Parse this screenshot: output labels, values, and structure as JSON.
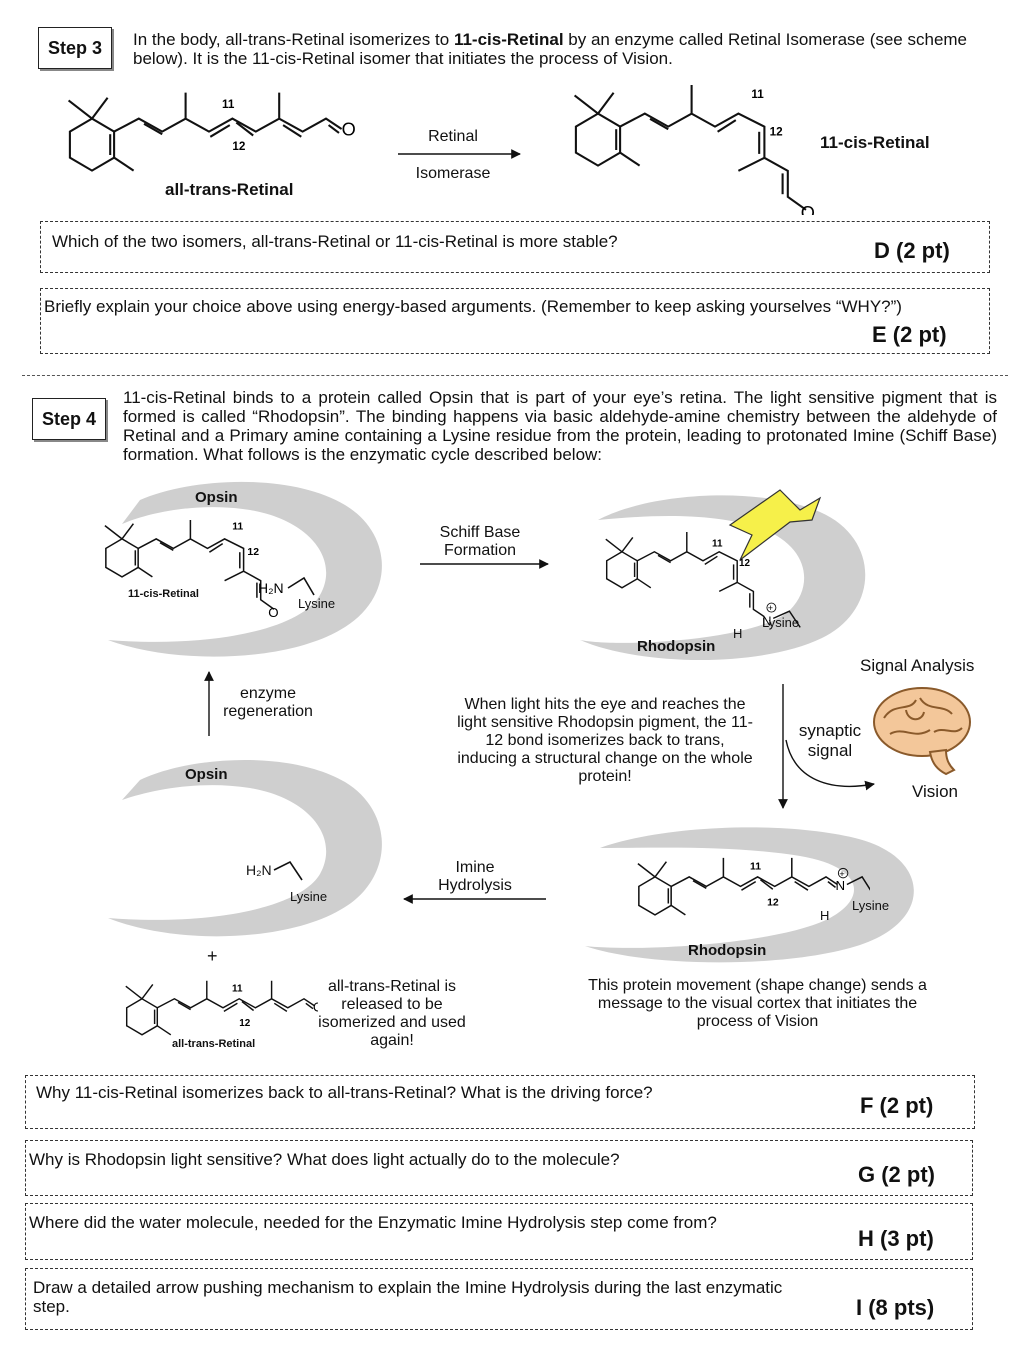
{
  "step3": {
    "label": "Step 3",
    "intro_a": "In the body, all-trans-Retinal isomerizes to ",
    "intro_bold": "11-cis-Retinal",
    "intro_b": " by an enzyme called Retinal Isomerase (see scheme below).  It is the 11-cis-Retinal isomer that initiates the process of Vision.",
    "left_name": "all-trans-Retinal",
    "right_name": "11-cis-Retinal",
    "arrow_top": "Retinal",
    "arrow_bottom": "Isomerase",
    "num_11": "11",
    "num_12": "12",
    "atom_O": "O"
  },
  "questions": {
    "d_text": "Which of the two isomers, all-trans-Retinal or 11-cis-Retinal is more stable?",
    "d_pts": "D (2 pt)",
    "e_text": "Briefly explain your choice above using energy-based arguments. (Remember to keep asking yourselves “WHY?”)",
    "e_pts": "E (2 pt)",
    "f_text": "Why 11-cis-Retinal isomerizes back to all-trans-Retinal? What is the driving force?",
    "f_pts": "F (2 pt)",
    "g_text": "Why is Rhodopsin light sensitive? What does light actually do to the molecule?",
    "g_pts": "G (2 pt)",
    "h_text": "Where did the water molecule, needed for the Enzymatic Imine Hydrolysis step come from?",
    "h_pts": "H (3 pt)",
    "i_text": "Draw a detailed arrow pushing mechanism to explain the Imine Hydrolysis during the last enzymatic step.",
    "i_pts": "I (8 pts)"
  },
  "step4": {
    "label": "Step 4",
    "intro": "11-cis-Retinal binds to a protein called Opsin that is part of your eye’s retina.  The light sensitive pigment that is formed is called “Rhodopsin”.  The binding happens via basic aldehyde-amine chemistry between the aldehyde of Retinal and a Primary amine containing a Lysine residue from the protein, leading to protonated Imine (Schiff Base) formation. What follows is the enzymatic cycle described below:",
    "opsin": "Opsin",
    "rhodopsin": "Rhodopsin",
    "lysine": "Lysine",
    "cis_small": "11-cis-Retinal",
    "trans_small": "all-trans-Retinal",
    "h2n": "H₂N",
    "n_atom": "N",
    "h_atom": "H",
    "plus_charge": "+",
    "plus": "+",
    "schiff_1": "Schiff Base",
    "schiff_2": "Formation",
    "enzyme_1": "enzyme",
    "enzyme_2": "regeneration",
    "light_text": "When light hits the eye and reaches the light sensitive Rhodopsin pigment, the 11-12 bond isomerizes back to trans, inducing a structural change on the whole protein!",
    "signal_analysis": "Signal Analysis",
    "synaptic_1": "synaptic",
    "synaptic_2": "signal",
    "vision": "Vision",
    "imine_1": "Imine",
    "imine_2": "Hydrolysis",
    "released": "all-trans-Retinal is released to be isomerized and used again!",
    "movement": "This protein movement (shape change) sends a message to the visual cortex that initiates the process of Vision"
  }
}
